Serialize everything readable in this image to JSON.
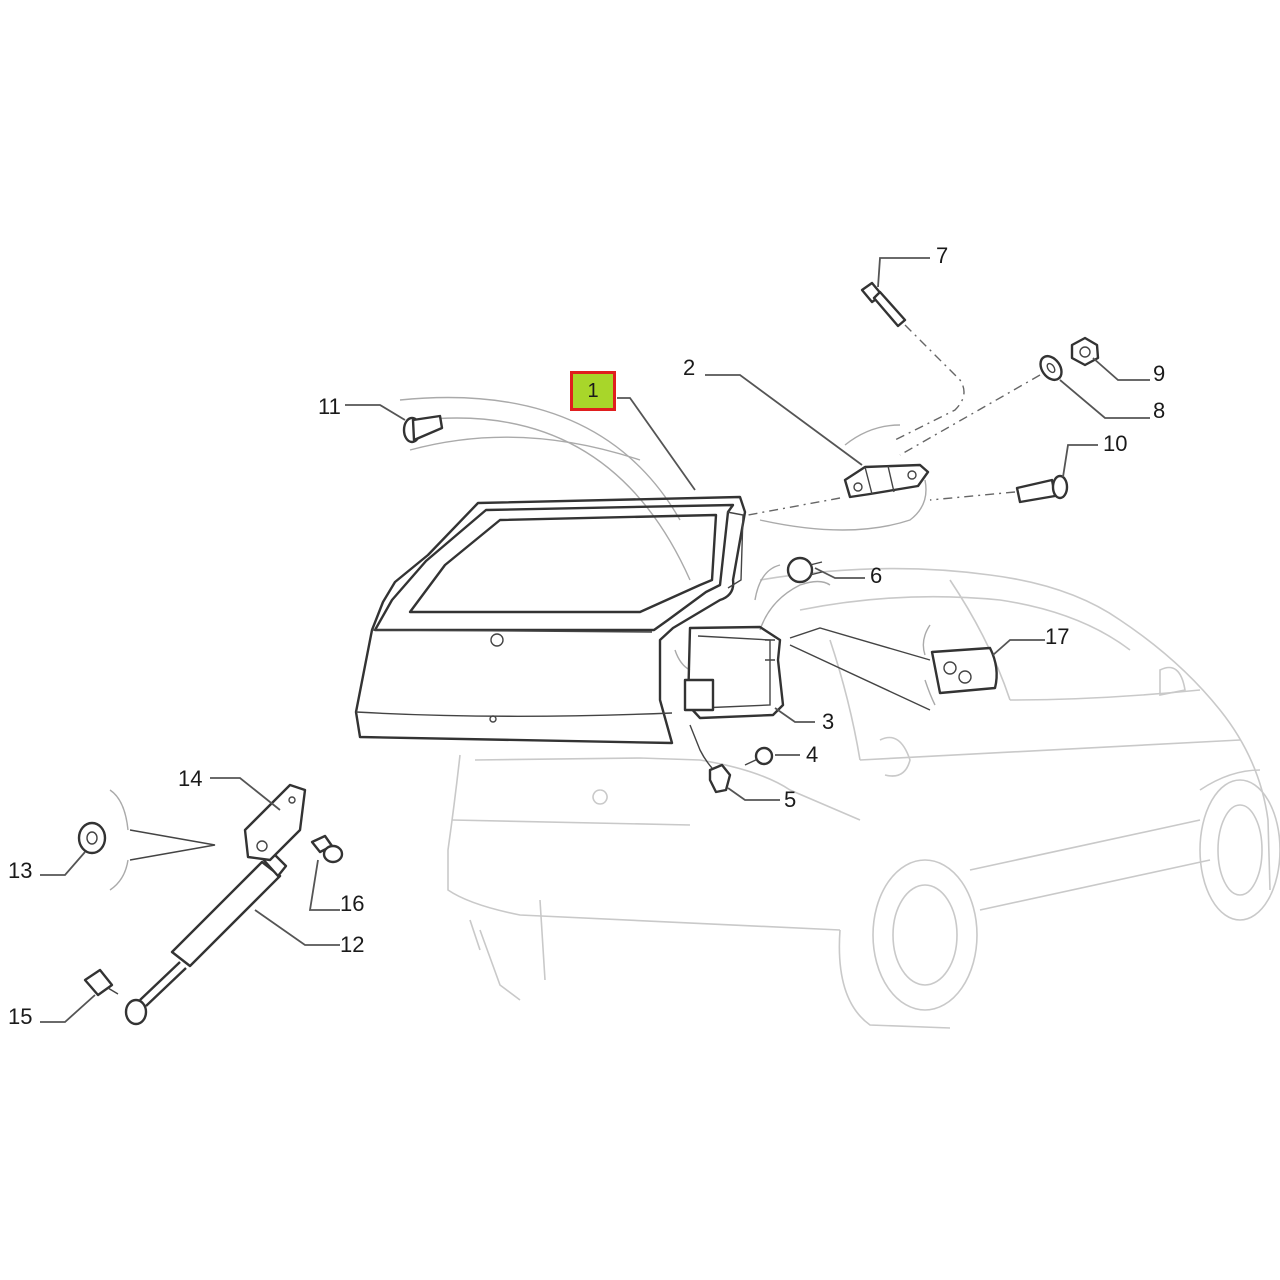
{
  "diagram": {
    "highlight_color": "#a8d62a",
    "highlight_border": "#e01e1e",
    "labels": {
      "p1": "1",
      "p2": "2",
      "p3": "3",
      "p4": "4",
      "p5": "5",
      "p6": "6",
      "p7": "7",
      "p8": "8",
      "p9": "9",
      "p10": "10",
      "p11": "11",
      "p12": "12",
      "p13": "13",
      "p14": "14",
      "p15": "15",
      "p16": "16",
      "p17": "17"
    }
  }
}
